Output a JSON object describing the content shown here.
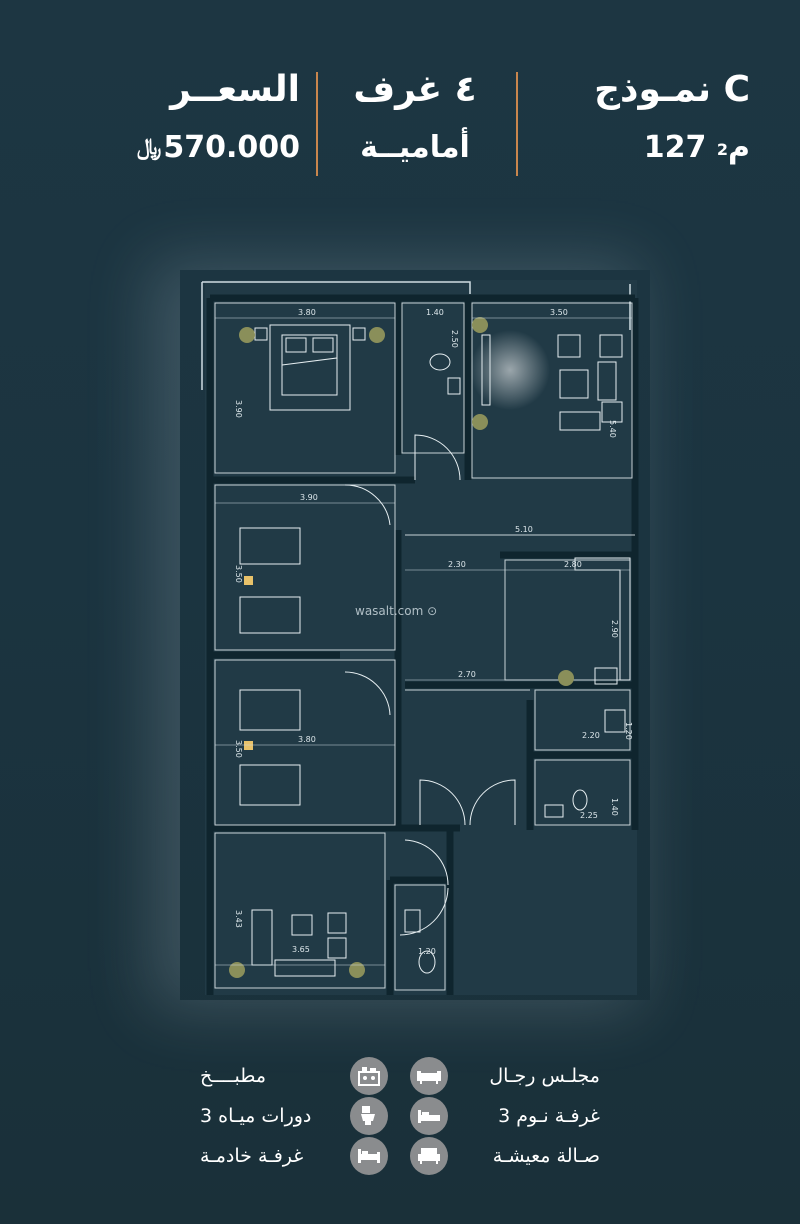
{
  "header": {
    "model_title": "نمـوذج C",
    "model_area_value": "127",
    "model_area_unit": "م",
    "model_area_sup": "2",
    "rooms_title": "٤ غرف",
    "rooms_subtitle": "أماميــة",
    "price_title": "السعــر",
    "price_value": "570.000"
  },
  "watermark": "wasalt.com",
  "dimensions": {
    "d1": "3.80",
    "d2": "1.40",
    "d3": "3.50",
    "d4": "3.90",
    "d5": "2.50",
    "d6": "3.90",
    "d7": "5.10",
    "d8": "2.30",
    "d9": "2.80",
    "d10": "3.50",
    "d11": "2.90",
    "d12": "2.70",
    "d13": "1.20",
    "d14": "2.20",
    "d15": "3.50",
    "d16": "3.80",
    "d17": "1.40",
    "d18": "2.25",
    "d19": "3.43",
    "d20": "3.65",
    "d21": "1.20",
    "d22": "5.40"
  },
  "features": {
    "right": [
      {
        "label": "مجلـس رجـال",
        "icon": "sofa-icon"
      },
      {
        "label": "3 غرفـة نـوم",
        "icon": "bed-icon"
      },
      {
        "label": "صـالة معيشـة",
        "icon": "armchair-icon"
      }
    ],
    "left": [
      {
        "label": "مطبــــخ",
        "icon": "kitchen-icon"
      },
      {
        "label": "3 دورات ميـاه",
        "icon": "bathroom-icon"
      },
      {
        "label": "غرفـة خادمـة",
        "icon": "maid-room-icon"
      }
    ]
  },
  "colors": {
    "background": "#1b3440",
    "accent_divider": "#c9864d",
    "plan_fill": "#213a46",
    "wall": "#e6eef1"
  }
}
